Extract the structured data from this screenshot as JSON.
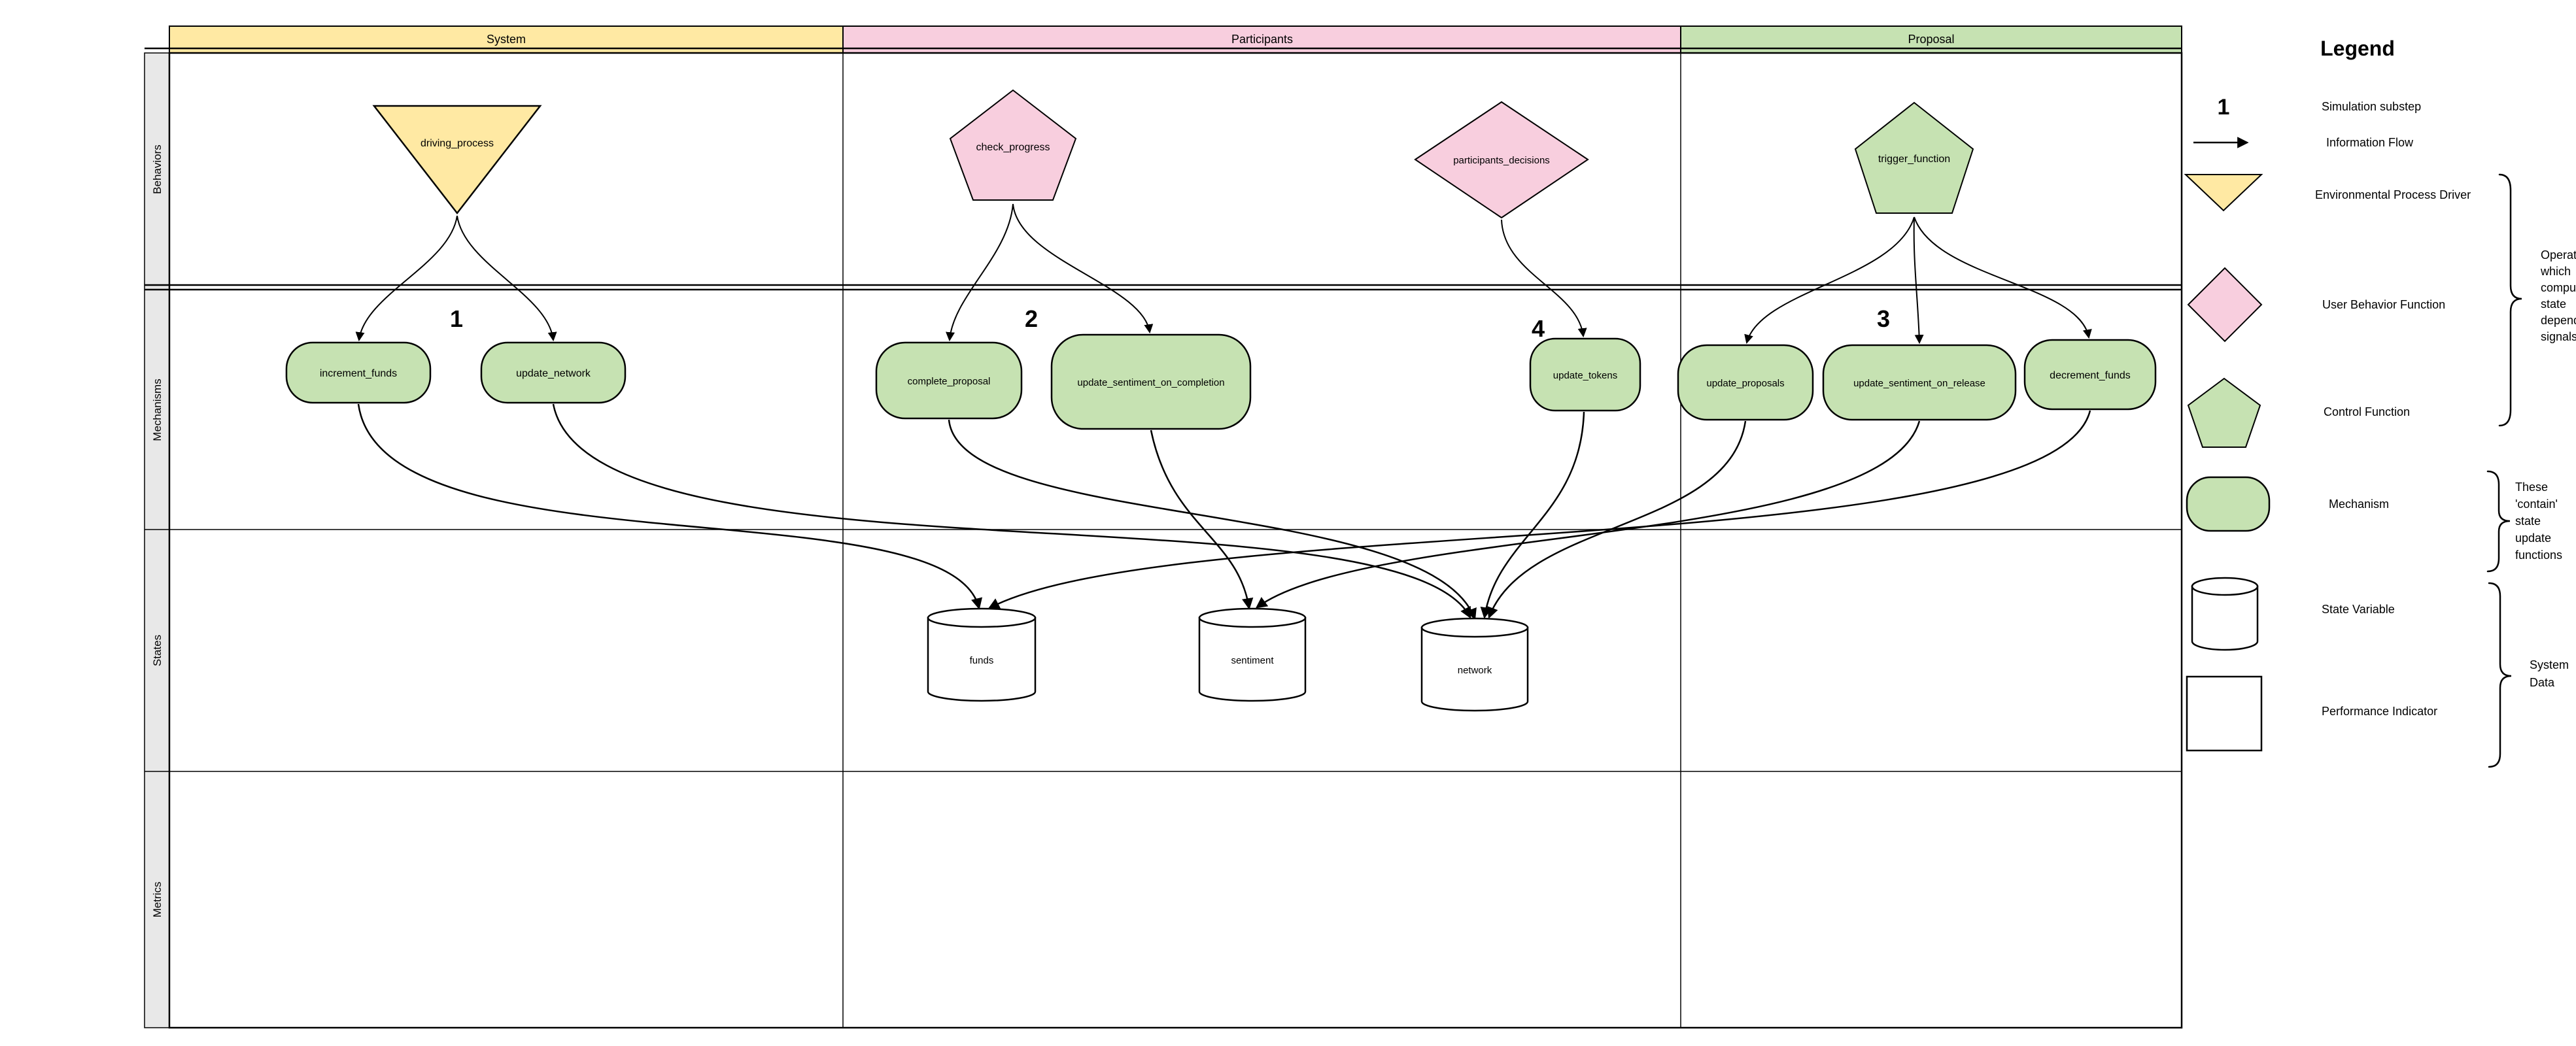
{
  "columns": [
    {
      "label": "System",
      "color": "#ffe9a3"
    },
    {
      "label": "Participants",
      "color": "#f8cede"
    },
    {
      "label": "Proposal",
      "color": "#c6e2b2"
    }
  ],
  "rows": [
    {
      "label": "Behaviors"
    },
    {
      "label": "Mechanisms"
    },
    {
      "label": "States"
    },
    {
      "label": "Metrics"
    }
  ],
  "nodes": {
    "behaviors": [
      {
        "label": "driving_process",
        "shape": "inverted-triangle",
        "color": "#ffe9a3",
        "column": "System"
      },
      {
        "label": "check_progress",
        "shape": "pentagon",
        "color": "#f8cede",
        "column": "Participants"
      },
      {
        "label": "participants_decisions",
        "shape": "diamond",
        "color": "#f8cede",
        "column": "Participants"
      },
      {
        "label": "trigger_function",
        "shape": "pentagon",
        "color": "#c6e2b2",
        "column": "Proposal"
      }
    ],
    "mechanisms": [
      {
        "label": "increment_funds"
      },
      {
        "label": "update_network"
      },
      {
        "label": "complete_proposal"
      },
      {
        "label": "update_sentiment_on_completion"
      },
      {
        "label": "update_tokens"
      },
      {
        "label": "update_proposals"
      },
      {
        "label": "update_sentiment_on_release"
      },
      {
        "label": "decrement_funds"
      }
    ],
    "states": [
      {
        "label": "funds"
      },
      {
        "label": "sentiment"
      },
      {
        "label": "network"
      }
    ]
  },
  "substeps": [
    {
      "label": "1"
    },
    {
      "label": "2"
    },
    {
      "label": "3"
    },
    {
      "label": "4"
    }
  ],
  "flows": {
    "behaviors_to_mechanisms": [
      {
        "from": "driving_process",
        "to": "increment_funds",
        "substep": "1"
      },
      {
        "from": "driving_process",
        "to": "update_network",
        "substep": "1"
      },
      {
        "from": "check_progress",
        "to": "complete_proposal",
        "substep": "2"
      },
      {
        "from": "check_progress",
        "to": "update_sentiment_on_completion",
        "substep": "2"
      },
      {
        "from": "participants_decisions",
        "to": "update_tokens",
        "substep": "4"
      },
      {
        "from": "trigger_function",
        "to": "update_proposals",
        "substep": "3"
      },
      {
        "from": "trigger_function",
        "to": "update_sentiment_on_release",
        "substep": "3"
      },
      {
        "from": "trigger_function",
        "to": "decrement_funds",
        "substep": "3"
      }
    ],
    "mechanisms_to_states": [
      {
        "from": "increment_funds",
        "to": "funds"
      },
      {
        "from": "update_network",
        "to": "network"
      },
      {
        "from": "complete_proposal",
        "to": "network"
      },
      {
        "from": "update_sentiment_on_completion",
        "to": "sentiment"
      },
      {
        "from": "update_tokens",
        "to": "network"
      },
      {
        "from": "update_proposals",
        "to": "network"
      },
      {
        "from": "update_sentiment_on_release",
        "to": "sentiment"
      },
      {
        "from": "decrement_funds",
        "to": "funds"
      }
    ]
  },
  "legend": {
    "title": "Legend",
    "items": [
      {
        "icon": "substep-number",
        "symbol": "1",
        "label": "Simulation substep"
      },
      {
        "icon": "arrow",
        "label": "Information Flow"
      },
      {
        "icon": "inverted-triangle",
        "color": "#ffe9a3",
        "label": "Environmental Process Driver"
      },
      {
        "icon": "diamond",
        "color": "#f8cede",
        "label": "User Behavior Function"
      },
      {
        "icon": "pentagon",
        "color": "#c6e2b2",
        "label": "Control Function"
      },
      {
        "icon": "rounded-rect",
        "color": "#c6e2b2",
        "label": "Mechanism"
      },
      {
        "icon": "cylinder",
        "color": "#ffffff",
        "label": "State Variable"
      },
      {
        "icon": "square",
        "color": "#ffffff",
        "label": "Performance Indicator"
      }
    ],
    "annotations": [
      {
        "text": "Operators\nwhich\ncompute\nstate\ndependent\nsignals"
      },
      {
        "text": "These\n'contain'\nstate\nupdate\nfunctions"
      },
      {
        "text": "System\nData"
      }
    ]
  }
}
